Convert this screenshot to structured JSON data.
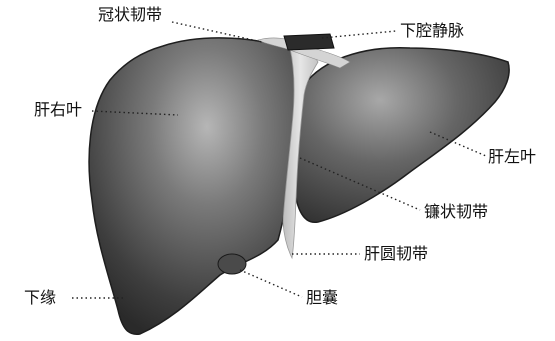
{
  "labels": {
    "coronary_ligament": "冠状韧带",
    "inferior_vena_cava": "下腔静脉",
    "right_lobe": "肝右叶",
    "left_lobe": "肝左叶",
    "falciform_ligament": "镰状韧带",
    "round_ligament": "肝圆韧带",
    "inferior_border": "下缘",
    "gallbladder": "胆囊"
  },
  "colors": {
    "ink": "#111111",
    "liver_dark": "#3a3a3a",
    "liver_light": "#b0b0b0",
    "ligament": "#d8d8d8"
  }
}
